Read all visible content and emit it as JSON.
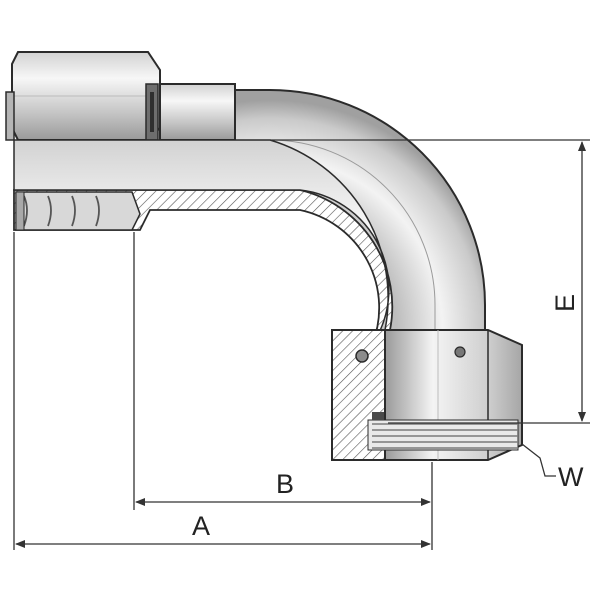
{
  "figure": {
    "dimension_labels": {
      "a": "A",
      "b": "B",
      "e": "E",
      "w": "W"
    }
  },
  "colors": {
    "outline": "#2b2b2b",
    "metal_light": "#f2f2f2",
    "metal_mid": "#c9c9c9",
    "metal_dark": "#8a8a8a",
    "hatch": "#555555",
    "dimension_line": "#333333"
  }
}
